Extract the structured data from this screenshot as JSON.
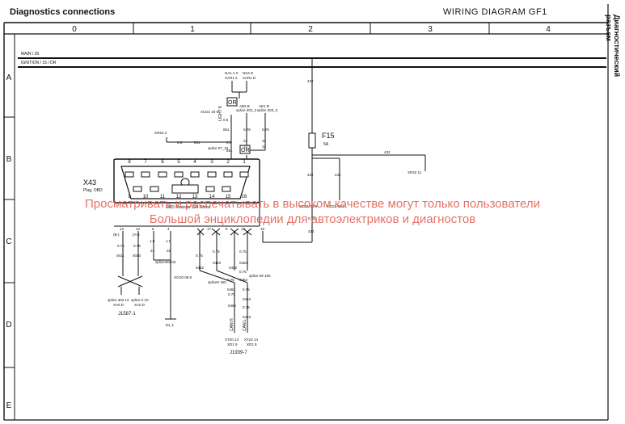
{
  "header": {
    "left_title": "Diagnostics connections",
    "right_title": "WIRING DIAGRAM  GF1",
    "side_title": "Диагностический разъем"
  },
  "grid": {
    "columns": [
      "0",
      "1",
      "2",
      "3",
      "4"
    ],
    "rows": [
      "A",
      "B",
      "C",
      "D",
      "E"
    ]
  },
  "rails": {
    "main": "MAIN / 30",
    "ignition": "IGNITION / 15 / DR"
  },
  "fuse": {
    "name": "F15",
    "rating": "5A"
  },
  "connector": {
    "name": "X43",
    "desc": "Plug, OBD",
    "resistor": "OBD Resistor 120 Ohms",
    "pins_top": [
      "8",
      "7",
      "6",
      "5",
      "4",
      "3",
      "2",
      "1"
    ],
    "pins_bottom": [
      "9",
      "10",
      "11",
      "12",
      "13",
      "14",
      "15",
      "16"
    ]
  },
  "labels": {
    "xr_top1": "NA1 A C",
    "xr_top1b": "XAR1 2",
    "xr_top2": "NS4 D",
    "xr_top2b": "XAR1 D",
    "or1": "OR",
    "or2": "OR",
    "ab2": "AB2 B",
    "ab2b": "splice 302_2",
    "ae1": "AE1 B",
    "ae1b": "splice 303_3",
    "xcd1": "XCD1 19 8",
    "w05a": "0.5",
    "w851a": "851",
    "light": "LIGHT K",
    "w075a": "0.75",
    "w22a": "22",
    "w075b": "0.75",
    "w22b": "22",
    "xr223": "XR22 3",
    "w05b": "0.5",
    "w851b": "851",
    "splice_mid": "splice 07_10",
    "w05c": "0.5",
    "w851c": "851",
    "w22c": "22",
    "w22d": "22",
    "w432a": "432",
    "w432b": "432",
    "w432c": "432",
    "w432d": "432",
    "w432e": "432",
    "w075c": "0.75",
    "xcd_a": "XCD1 08 8",
    "xcd_b": "XCD2 08 8",
    "xr3211": "XR32 11",
    "b1": "(B-)",
    "a1": "(A+)",
    "p13": "13",
    "p12": "12",
    "p5": "5",
    "p4": "4",
    "p17": "17",
    "p6": "6",
    "p14": "14",
    "p16": "16",
    "w075d": "0.75",
    "w075e": "0.75",
    "w0011": "0011",
    "w0010": "0010",
    "w10a": "1.0",
    "w10b": "1.0",
    "w31a": "31",
    "w31b": "31",
    "w075f": "0.75",
    "w0462a": "0462",
    "w075g": "0.75",
    "w0463a": "0463",
    "w075h": "0.75",
    "w0463b": "0463",
    "splice303": "splice303 03",
    "xcd08": "XCD0 08 8",
    "w0462b": "0462",
    "w075i": "0.75",
    "w0463c": "0463",
    "splice_can": "splice 09 150",
    "w075j": "0.75",
    "w0462c": "0462",
    "w075k": "0.75",
    "w0463d": "0463",
    "splice_can2": "splice0 150",
    "w075l": "0.75",
    "w0462d": "0462",
    "w075m": "0.75",
    "w0463e": "0463",
    "j1587_spl1": "splice 302 12",
    "j1587_spl1b": "XA0 D",
    "j1587_spl2": "splice 0 10",
    "j1587_spl2b": "XA0 D",
    "j1587": "J1587-1",
    "gnd": "84_1",
    "can_h": "CAN H",
    "can_l": "CAN L",
    "xt1": "XT20 13",
    "xt1b": "XD1 9",
    "xt2": "XT22 14",
    "xt2b": "XD1 8",
    "j1939": "J1939-7"
  },
  "watermark": {
    "line1": "Просматривать и распечатывать в высоком качестве могут только пользователи",
    "line2": "Большой энциклопедии для автоэлектриков и диагностов"
  }
}
